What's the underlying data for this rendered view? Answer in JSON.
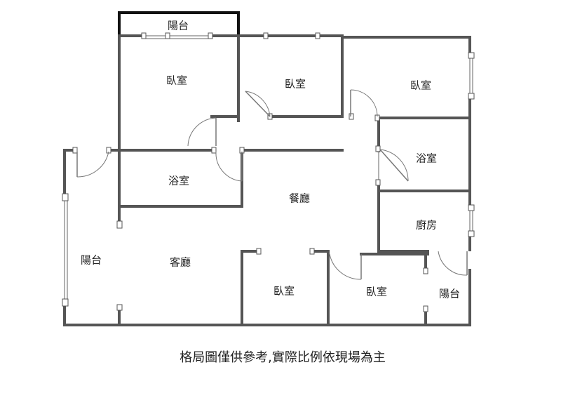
{
  "rooms": {
    "balcony_top": "陽台",
    "bedroom_1": "臥室",
    "bedroom_2": "臥室",
    "bedroom_3": "臥室",
    "bathroom_1": "浴室",
    "bathroom_2": "浴室",
    "dining": "餐廳",
    "kitchen": "廚房",
    "balcony_left": "陽台",
    "living": "客廳",
    "bedroom_4": "臥室",
    "bedroom_5": "臥室",
    "balcony_right": "陽台"
  },
  "caption": "格局圖僅供參考,實際比例依現場為主"
}
